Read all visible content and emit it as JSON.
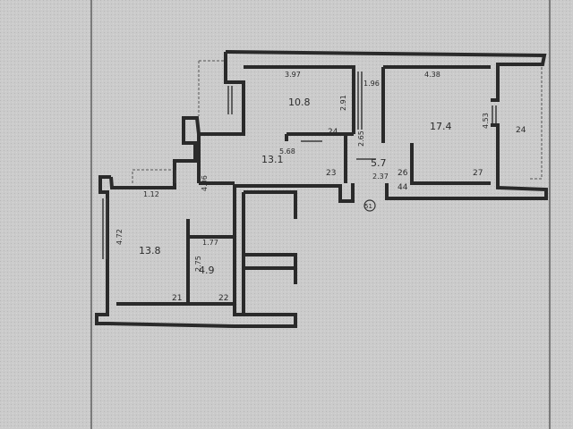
{
  "areas": {
    "room_top_center": "10.8",
    "room_top_right": "17.4",
    "room_corridor": "13.1",
    "room_hall": "5.7",
    "room_left": "13.8",
    "room_small": "4.9"
  },
  "dimensions": {
    "d_397": "3.97",
    "d_291": "2.91",
    "d_568": "5.68",
    "d_438": "4.38",
    "d_453": "4.53",
    "d_237": "2.37",
    "d_265": "2.65",
    "d_196": "1.96",
    "d_112": "1.12",
    "d_406": "4.06",
    "d_472": "4.72",
    "d_275": "2.75",
    "d_177": "1.77"
  },
  "marks": {
    "m_24_a": "24",
    "m_24_b": "24",
    "m_23": "23",
    "m_26": "26",
    "m_27": "27",
    "m_22": "22",
    "m_21": "21",
    "m_44": "44",
    "m_circle": "51"
  }
}
